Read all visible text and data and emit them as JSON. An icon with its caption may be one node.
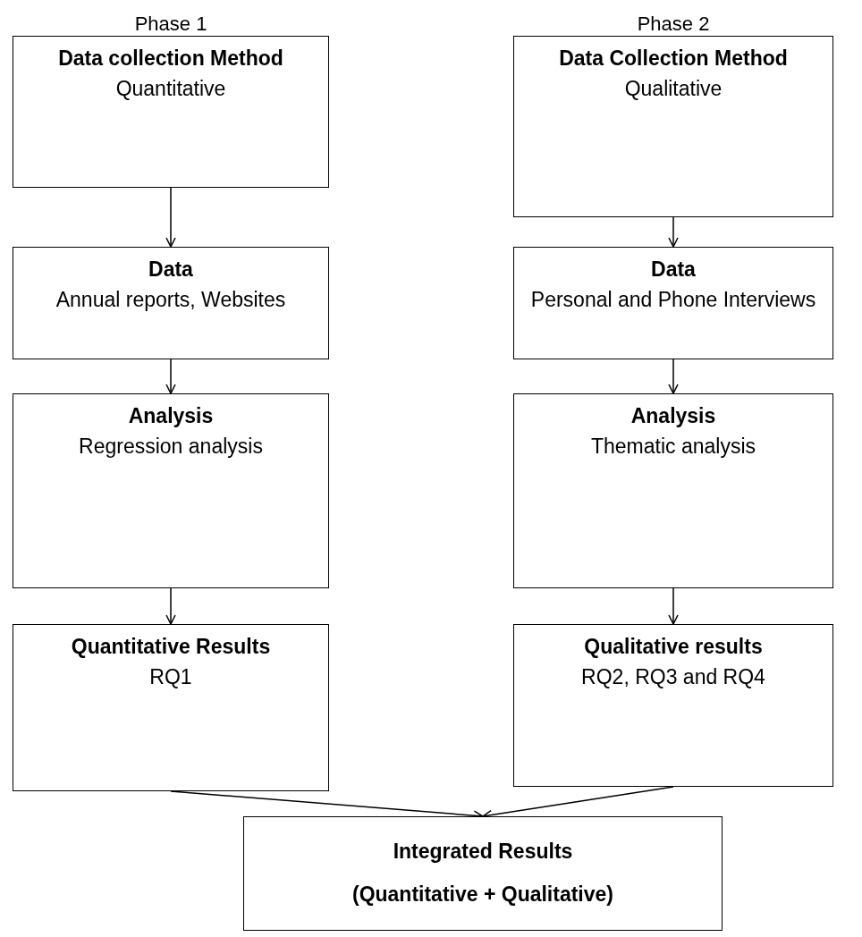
{
  "diagram": {
    "nodes": [
      {
        "text": [
          "Data collection Method",
          "Quantitative"
        ]
      },
      {
        "text": [
          "Data",
          "Annual reports, Websites"
        ]
      },
      {
        "text": [
          "Analysis",
          "Regression analysis"
        ]
      },
      {
        "text": [
          "Quantitative Results",
          "RQ1"
        ]
      },
      {
        "text": [
          "Data Collection Method",
          "Qualitative"
        ]
      },
      {
        "text": [
          "Data",
          "Personal and Phone Interviews"
        ]
      },
      {
        "text": [
          "Analysis",
          "Thematic analysis"
        ]
      },
      {
        "text": [
          "Qualitative results",
          "RQ2, RQ3 and RQ4"
        ]
      },
      {
        "text": [
          "Integrated Results",
          "(Quantitative + Qualitative)"
        ]
      }
    ],
    "edges": [
      {
        "from": 0,
        "to": 1,
        "arrow": "to"
      },
      {
        "from": 1,
        "to": 2,
        "arrow": "to"
      },
      {
        "from": 2,
        "to": 3,
        "arrow": "to"
      },
      {
        "from": 4,
        "to": 5,
        "arrow": "to"
      },
      {
        "from": 5,
        "to": 6,
        "arrow": "to"
      },
      {
        "from": 6,
        "to": 7,
        "arrow": "to"
      },
      {
        "from": 3,
        "to": 8,
        "arrow": "to"
      },
      {
        "from": 7,
        "to": 8,
        "arrow": "to"
      }
    ],
    "labels": [
      "Phase 1",
      "Phase 2"
    ]
  }
}
